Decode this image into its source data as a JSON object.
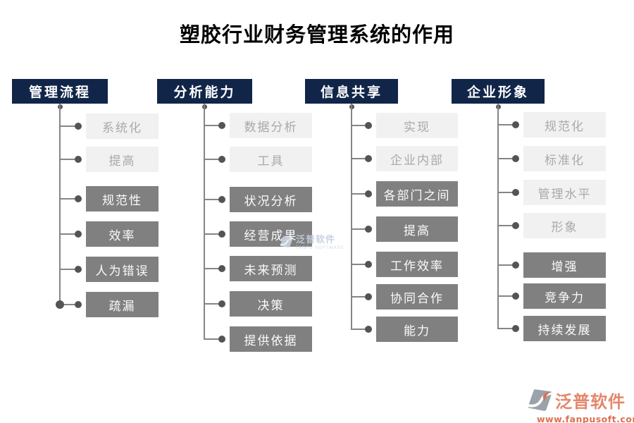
{
  "title": "塑胶行业财务管理系统的作用",
  "columns": [
    {
      "header": "管理流程",
      "items": [
        {
          "label": "系统化",
          "variant": "light"
        },
        {
          "label": "提高",
          "variant": "light"
        },
        {
          "label": "规范性",
          "variant": "dark"
        },
        {
          "label": "效率",
          "variant": "dark"
        },
        {
          "label": "人为错误",
          "variant": "dark"
        },
        {
          "label": "疏漏",
          "variant": "dark"
        }
      ]
    },
    {
      "header": "分析能力",
      "items": [
        {
          "label": "数据分析",
          "variant": "light"
        },
        {
          "label": "工具",
          "variant": "light"
        },
        {
          "label": "状况分析",
          "variant": "dark"
        },
        {
          "label": "经营成果",
          "variant": "dark"
        },
        {
          "label": "未来预测",
          "variant": "dark"
        },
        {
          "label": "决策",
          "variant": "dark"
        },
        {
          "label": "提供依据",
          "variant": "dark"
        }
      ]
    },
    {
      "header": "信息共享",
      "items": [
        {
          "label": "实现",
          "variant": "light"
        },
        {
          "label": "企业内部",
          "variant": "light"
        },
        {
          "label": "各部门之间",
          "variant": "dark"
        },
        {
          "label": "提高",
          "variant": "dark"
        },
        {
          "label": "工作效率",
          "variant": "dark"
        },
        {
          "label": "协同合作",
          "variant": "dark"
        },
        {
          "label": "能力",
          "variant": "dark"
        }
      ]
    },
    {
      "header": "企业形象",
      "items": [
        {
          "label": "规范化",
          "variant": "light"
        },
        {
          "label": "标准化",
          "variant": "light"
        },
        {
          "label": "管理水平",
          "variant": "light"
        },
        {
          "label": "形象",
          "variant": "light"
        },
        {
          "label": "增强",
          "variant": "dark"
        },
        {
          "label": "竞争力",
          "variant": "dark"
        },
        {
          "label": "持续发展",
          "variant": "dark"
        }
      ]
    }
  ],
  "watermark": {
    "text": "泛普软件",
    "subtext": "FANPU SOFTWARE"
  },
  "footer_logo": {
    "name": "泛普软件",
    "url": "www.fanpusoft.com"
  },
  "colors": {
    "header_bg": "#112549",
    "light_box_bg": "#f1f1f1",
    "light_box_text": "#a9a9a9",
    "dark_box_bg": "#808080",
    "dark_box_text": "#fbfbfb",
    "connector": "#858585",
    "logo_name": "#e5866c",
    "logo_url": "#db7150",
    "logo_accent": "#dd6f4b",
    "watermark_text": "#c4cfdf"
  }
}
